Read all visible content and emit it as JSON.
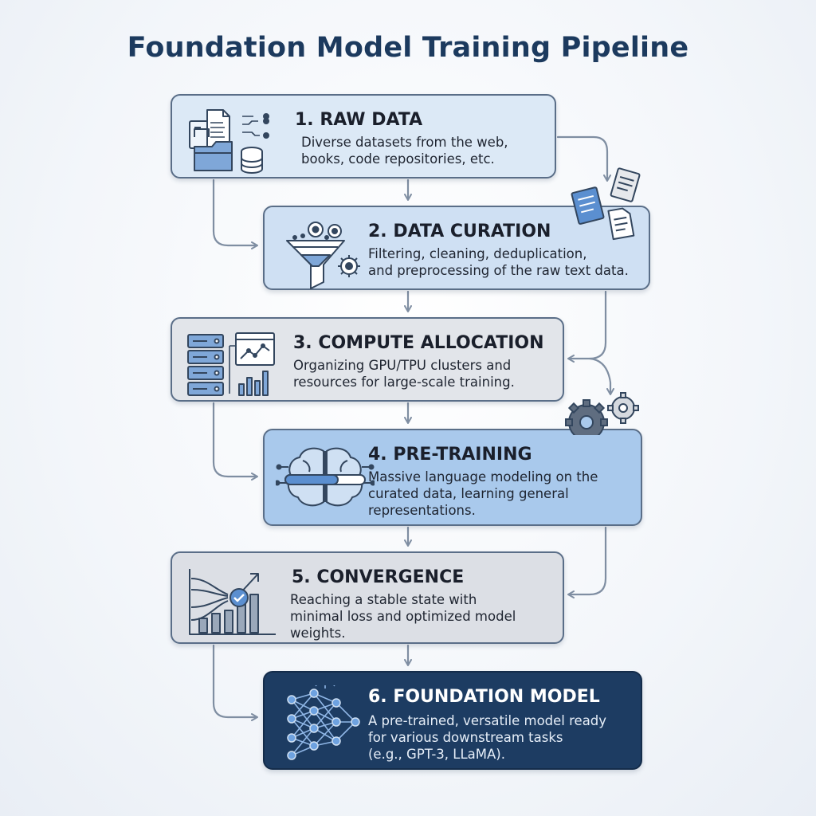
{
  "title": "Foundation Model Training Pipeline",
  "steps": [
    {
      "title": "1. RAW DATA",
      "lines": [
        "Diverse datasets from the web,",
        "books, code repositories, etc."
      ]
    },
    {
      "title": "2. DATA CURATION",
      "lines": [
        "Filtering, cleaning, deduplication,",
        "and preprocessing of the raw text data."
      ]
    },
    {
      "title": "3. COMPUTE ALLOCATION",
      "lines": [
        "Organizing GPU/TPU clusters and",
        "resources for large-scale training."
      ]
    },
    {
      "title": "4. PRE-TRAINING",
      "lines": [
        "Massive language modeling on the",
        "curated data, learning general",
        "representations."
      ]
    },
    {
      "title": "5. CONVERGENCE",
      "lines": [
        "Reaching a stable state with",
        "minimal loss and optimized model",
        "weights."
      ]
    },
    {
      "title": "6. FOUNDATION MODEL",
      "lines": [
        "A pre-trained, versatile model ready",
        "for various downstream tasks",
        "(e.g., GPT-3, LLaMA)."
      ]
    }
  ],
  "icons": [
    "documents-folder-database-icon",
    "funnel-gears-icon",
    "server-rack-chart-icon",
    "brain-progress-bar-icon",
    "convergence-chart-check-icon",
    "neural-network-icon",
    "floating-documents-icon",
    "floating-gears-icon"
  ],
  "colors": {
    "title": "#1c3a5e",
    "border": "#5a6e88",
    "arrow": "#7f8ea2",
    "dark_box": "#1d3c62",
    "accent_blue": "#5b8fd0"
  }
}
